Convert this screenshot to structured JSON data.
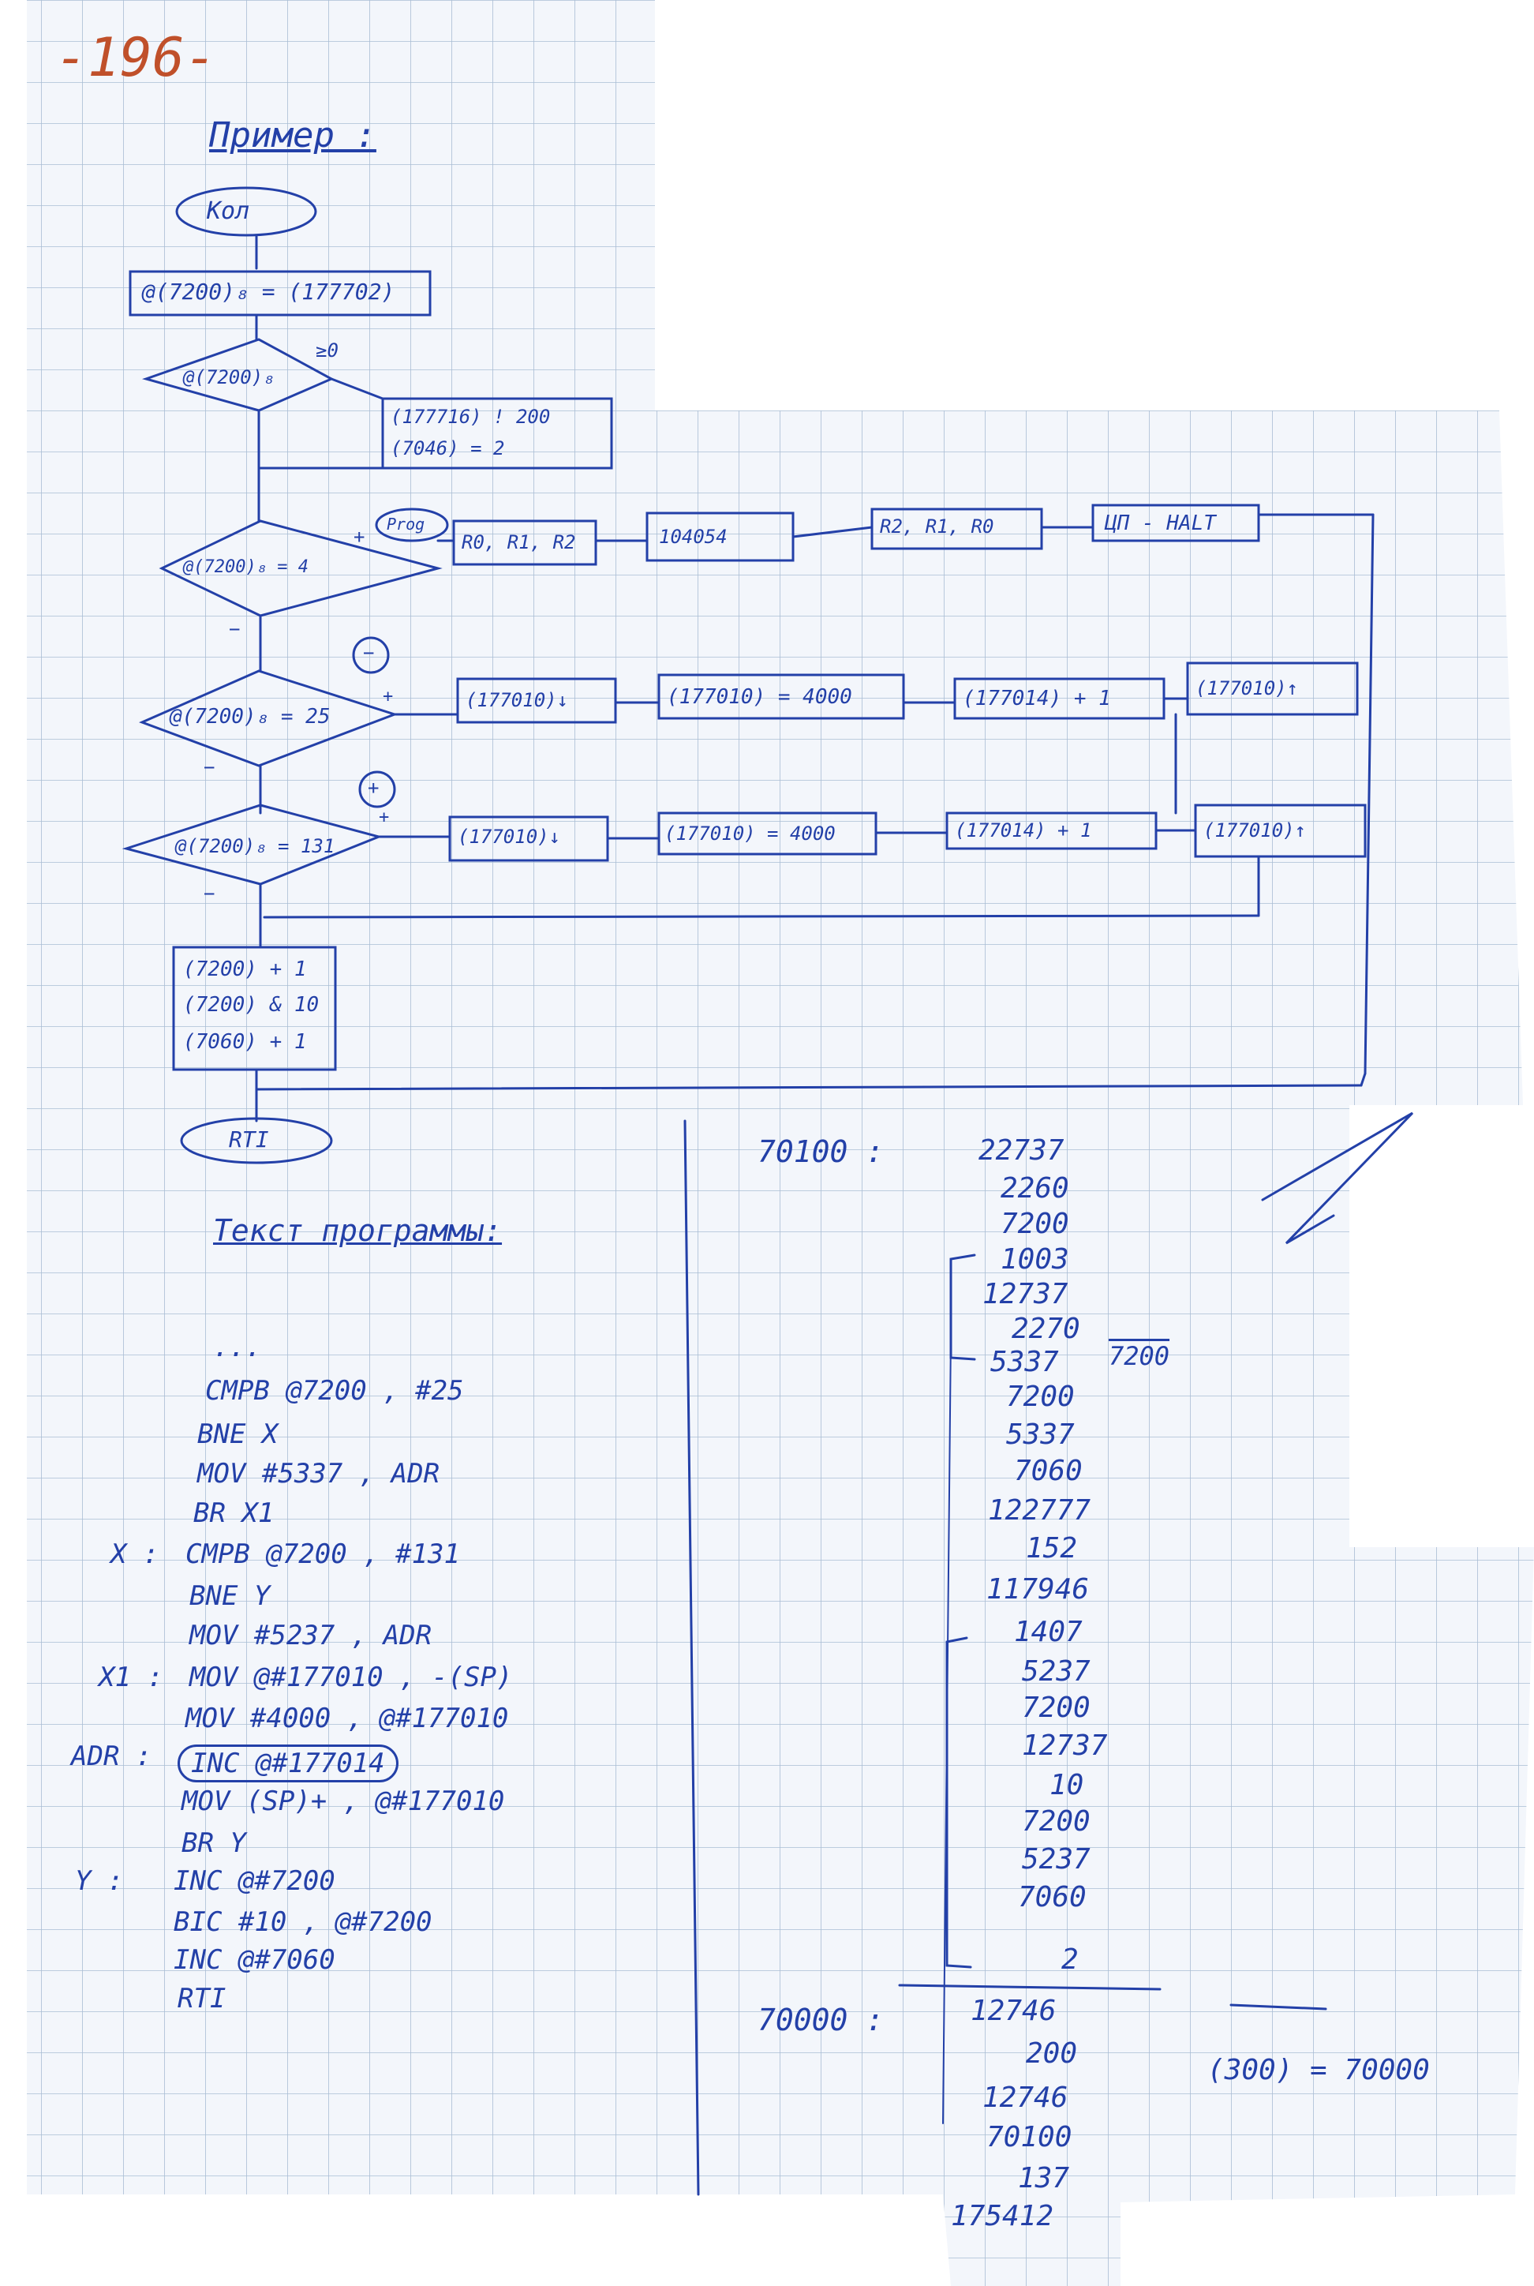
{
  "page_number": "-196-",
  "heading": "Пример :",
  "flowchart": {
    "start": "Кол",
    "assign": "@(7200)₈ = (177702)",
    "cond1": "@(7200)₈",
    "cond1_label": "≥0",
    "box_a_line1": "(177716) ! 200",
    "box_a_line2": "(7046) = 2",
    "cond2": "@(7200)₈ = 4",
    "cond2_yes": "+",
    "cond2_no": "−",
    "proc_label": "Prog",
    "push_regs": "R0, R1, R2",
    "call_box": "104054",
    "pop_regs": "R2, R1, R0",
    "halt_box": "ЦП - HALT",
    "cond3": "@(7200)₈ = 25",
    "cond3_yes": "+",
    "cond3_no": "−",
    "mark_minus": "−",
    "row3_b1": "(177010)↓",
    "row3_b2": "(177010) = 4000",
    "row3_b3": "(177014) + 1",
    "row3_b4": "(177010)↑",
    "cond4": "@(7200)₈ = 131",
    "cond4_yes": "+",
    "cond4_no": "−",
    "mark_plus": "+",
    "row4_b1": "(177010)↓",
    "row4_b2": "(177010) = 4000",
    "row4_b3": "(177014) + 1",
    "row4_b4": "(177010)↑",
    "end_box_line1": "(7200) + 1",
    "end_box_line2": "(7200) & 10",
    "end_box_line3": "(7060) + 1",
    "finish": "RTI"
  },
  "program_heading": "Текст программы:",
  "code_lines": [
    {
      "label": "",
      "text": "..."
    },
    {
      "label": "",
      "text": "CMPB    @7200 , #25"
    },
    {
      "label": "",
      "text": "BNE  X"
    },
    {
      "label": "",
      "text": "MOV   #5337 ,   ADR"
    },
    {
      "label": "",
      "text": "BR   X1"
    },
    {
      "label": "X :",
      "text": "CMPB   @7200 , #131"
    },
    {
      "label": "",
      "text": "BNE    Y"
    },
    {
      "label": "",
      "text": "MOV    #5237 ,  ADR"
    },
    {
      "label": "X1 :",
      "text": "MOV  @#177010 , -(SP)"
    },
    {
      "label": "",
      "text": "MOV  #4000 ,  @#177010"
    },
    {
      "label": "ADR :",
      "text": "INC   @#177014"
    },
    {
      "label": "",
      "text": "MOV   (SP)+ ,  @#177010"
    },
    {
      "label": "",
      "text": "BR   Y"
    },
    {
      "label": "Y :",
      "text": "INC   @#7200"
    },
    {
      "label": "",
      "text": "BIC  #10 , @#7200"
    },
    {
      "label": "",
      "text": "INC   @#7060"
    },
    {
      "label": "",
      "text": "RTI"
    }
  ],
  "memory": {
    "address1": "70100 :",
    "dump1": [
      "22737",
      "2260",
      "7200",
      "1003",
      "12737",
      "2270",
      "5337",
      "7200",
      "5337",
      "7060",
      "122777",
      "152",
      "117946",
      "1407",
      "5237",
      "7200",
      "12737",
      "10",
      "7200",
      "5237",
      "7060",
      "2"
    ],
    "annotation": "7200",
    "address2": "70000 :",
    "dump2": [
      "12746",
      "200",
      "12746",
      "70100",
      "137",
      "175412"
    ],
    "note": "(300) = 70000"
  }
}
